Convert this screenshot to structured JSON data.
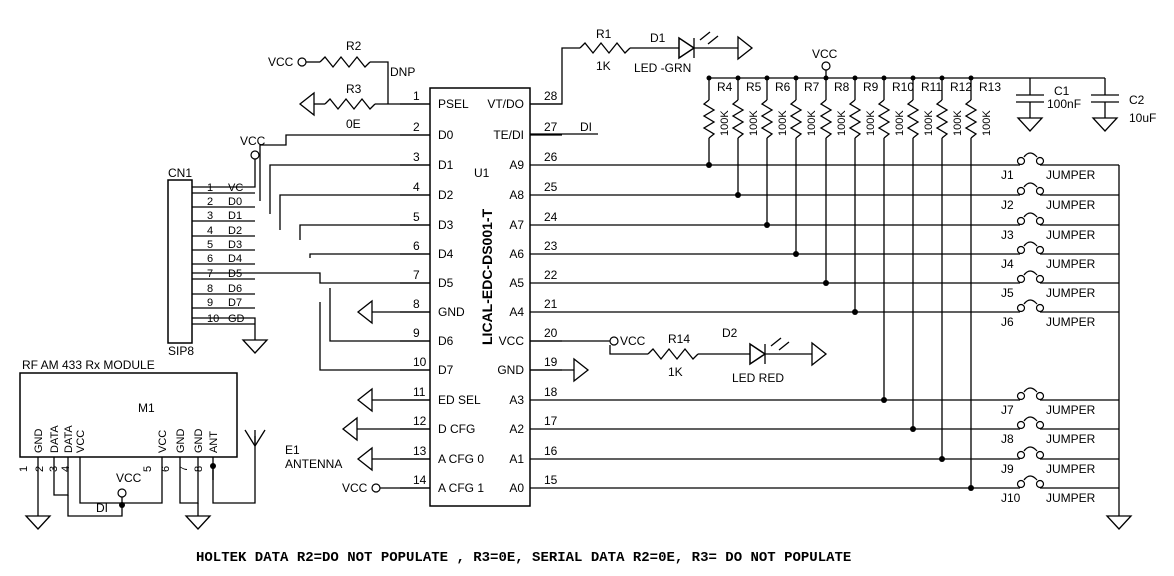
{
  "u1": {
    "name": "LICAL-EDC-DS001-T",
    "ref": "U1",
    "left_pins": [
      {
        "num": "1",
        "name": "PSEL"
      },
      {
        "num": "2",
        "name": "D0"
      },
      {
        "num": "3",
        "name": "D1"
      },
      {
        "num": "4",
        "name": "D2"
      },
      {
        "num": "5",
        "name": "D3"
      },
      {
        "num": "6",
        "name": "D4"
      },
      {
        "num": "7",
        "name": "D5"
      },
      {
        "num": "8",
        "name": "GND"
      },
      {
        "num": "9",
        "name": "D6"
      },
      {
        "num": "10",
        "name": "D7"
      },
      {
        "num": "11",
        "name": "ED SEL"
      },
      {
        "num": "12",
        "name": "D CFG"
      },
      {
        "num": "13",
        "name": "A CFG 0"
      },
      {
        "num": "14",
        "name": "A CFG 1"
      }
    ],
    "right_pins": [
      {
        "num": "28",
        "name": "VT/DO"
      },
      {
        "num": "27",
        "name": "TE/DI"
      },
      {
        "num": "26",
        "name": "A9"
      },
      {
        "num": "25",
        "name": "A8"
      },
      {
        "num": "24",
        "name": "A7"
      },
      {
        "num": "23",
        "name": "A6"
      },
      {
        "num": "22",
        "name": "A5"
      },
      {
        "num": "21",
        "name": "A4"
      },
      {
        "num": "20",
        "name": "VCC"
      },
      {
        "num": "19",
        "name": "GND"
      },
      {
        "num": "18",
        "name": "A3"
      },
      {
        "num": "17",
        "name": "A2"
      },
      {
        "num": "16",
        "name": "A1"
      },
      {
        "num": "15",
        "name": "A0"
      }
    ]
  },
  "cn1": {
    "ref": "CN1",
    "type": "SIP8",
    "pins": [
      {
        "num": "1",
        "label": "VC"
      },
      {
        "num": "2",
        "label": "D0"
      },
      {
        "num": "3",
        "label": "D1"
      },
      {
        "num": "4",
        "label": "D2"
      },
      {
        "num": "5",
        "label": "D3"
      },
      {
        "num": "6",
        "label": "D4"
      },
      {
        "num": "7",
        "label": "D5"
      },
      {
        "num": "8",
        "label": "D6"
      },
      {
        "num": "9",
        "label": "D7"
      },
      {
        "num": "10",
        "label": "GD"
      }
    ]
  },
  "r1": {
    "ref": "R1",
    "value": "1K"
  },
  "d1": {
    "ref": "D1",
    "value": "LED -GRN"
  },
  "r2": {
    "ref": "R2",
    "value": "DNP"
  },
  "r3": {
    "ref": "R3",
    "value": "0E"
  },
  "r14": {
    "ref": "R14",
    "value": "1K"
  },
  "d2": {
    "ref": "D2",
    "value": "LED RED"
  },
  "pullups": [
    {
      "ref": "R4",
      "value": "100K"
    },
    {
      "ref": "R5",
      "value": "100K"
    },
    {
      "ref": "R6",
      "value": "100K"
    },
    {
      "ref": "R7",
      "value": "100K"
    },
    {
      "ref": "R8",
      "value": "100K"
    },
    {
      "ref": "R9",
      "value": "100K"
    },
    {
      "ref": "R10",
      "value": "100K"
    },
    {
      "ref": "R11",
      "value": "100K"
    },
    {
      "ref": "R12",
      "value": "100K"
    },
    {
      "ref": "R13",
      "value": "100K"
    }
  ],
  "c1": {
    "ref": "C1",
    "value": "100nF"
  },
  "c2": {
    "ref": "C2",
    "value": "10uF"
  },
  "jumpers": [
    {
      "ref": "J1",
      "value": "JUMPER"
    },
    {
      "ref": "J2",
      "value": "JUMPER"
    },
    {
      "ref": "J3",
      "value": "JUMPER"
    },
    {
      "ref": "J4",
      "value": "JUMPER"
    },
    {
      "ref": "J5",
      "value": "JUMPER"
    },
    {
      "ref": "J6",
      "value": "JUMPER"
    },
    {
      "ref": "J7",
      "value": "JUMPER"
    },
    {
      "ref": "J8",
      "value": "JUMPER"
    },
    {
      "ref": "J9",
      "value": "JUMPER"
    },
    {
      "ref": "J10",
      "value": "JUMPER"
    }
  ],
  "module": {
    "title": "RF AM 433 Rx MODULE",
    "ref": "M1",
    "pins": [
      {
        "num": "1",
        "name": "GND"
      },
      {
        "num": "2",
        "name": "DATA"
      },
      {
        "num": "3",
        "name": "DATA"
      },
      {
        "num": "4",
        "name": "VCC"
      },
      {
        "num": "5",
        "name": "VCC"
      },
      {
        "num": "6",
        "name": "GND"
      },
      {
        "num": "7",
        "name": "GND"
      },
      {
        "num": "8",
        "name": "ANT"
      }
    ]
  },
  "antenna": {
    "ref": "E1",
    "value": "ANTENNA"
  },
  "nets": {
    "vcc": "VCC",
    "di": "DI"
  },
  "footnote": "HOLTEK DATA R2=DO NOT POPULATE , R3=0E, SERIAL DATA R2=0E, R3= DO NOT POPULATE"
}
